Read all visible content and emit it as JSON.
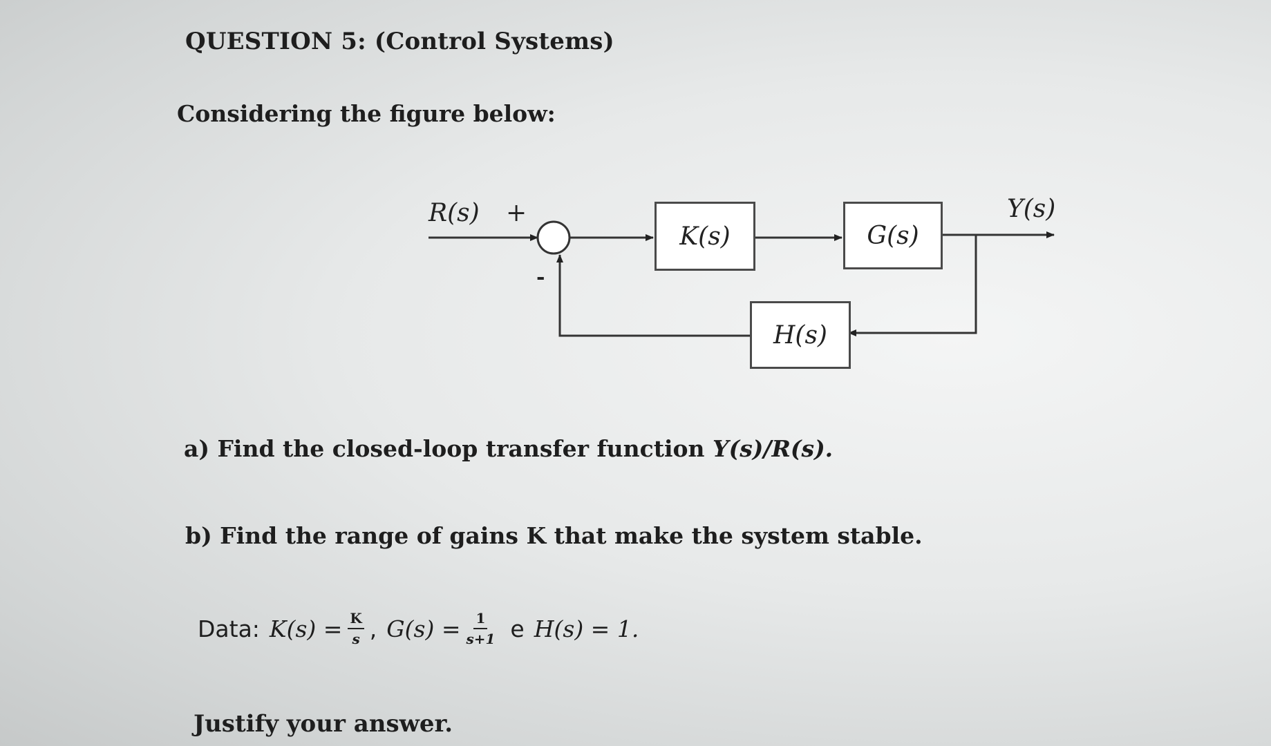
{
  "title": "QUESTION 5: (Control Systems)",
  "intro": "Considering the figure below:",
  "diagram": {
    "input_label": "R(s)",
    "output_label": "Y(s)",
    "plus_sign": "+",
    "minus_sign": "-",
    "controller": "K(s)",
    "plant": "G(s)",
    "feedback": "H(s)"
  },
  "questions": {
    "a_text": "a) Find the closed-loop transfer function ",
    "a_formula": "Y(s)/R(s).",
    "b_text": "b) Find the range of gains K that make the system stable."
  },
  "data": {
    "label": "Data:",
    "k_lhs": "K(s) =",
    "k_num": "K",
    "k_den": "s",
    "comma": ",",
    "g_lhs": "G(s) =",
    "g_num": "1",
    "g_den": "s+1",
    "conj": "e",
    "h_eq": "H(s) = 1."
  },
  "footer": "Justify your answer."
}
